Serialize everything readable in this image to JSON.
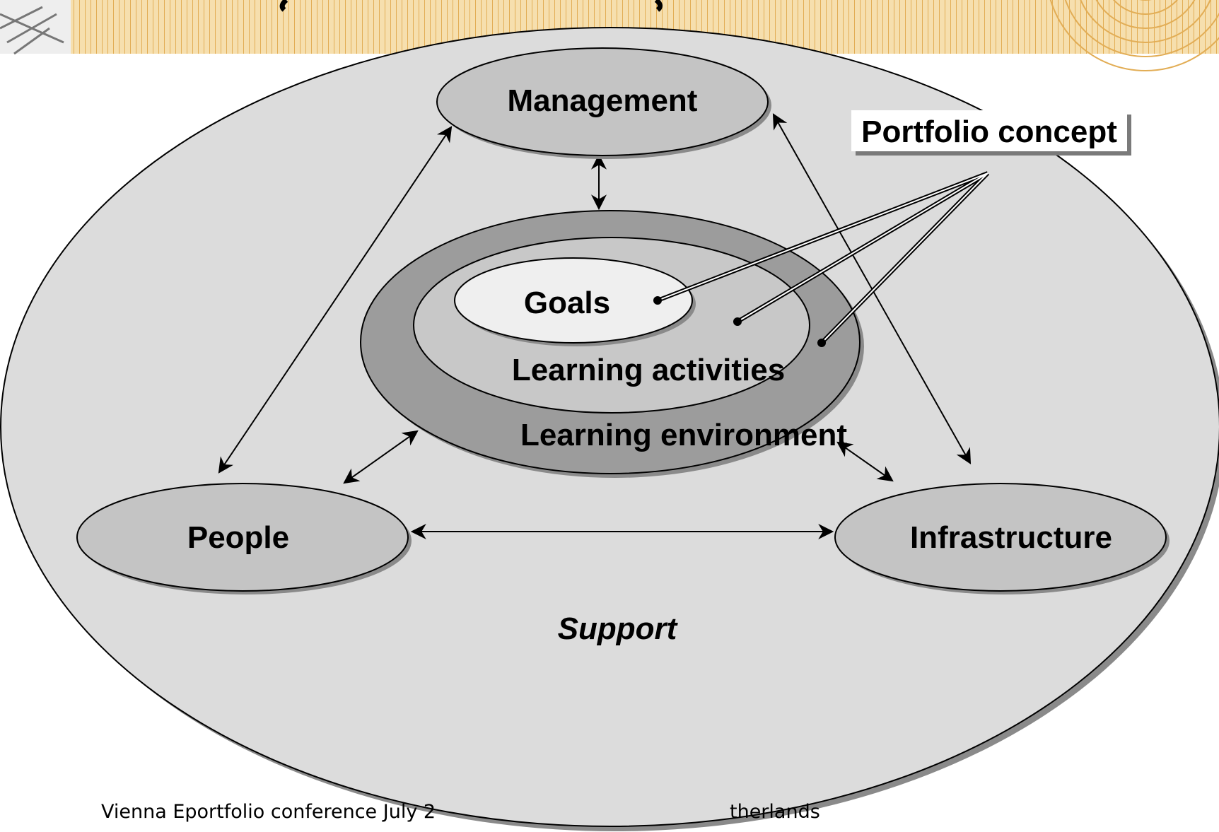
{
  "header": {
    "colors": {
      "banner": "#e8b55a",
      "banner_light": "#f6dfae"
    }
  },
  "diagram": {
    "support_label": "Support",
    "nodes": {
      "management": "Management",
      "people": "People",
      "infrastructure": "Infrastructure"
    },
    "core": {
      "goals": "Goals",
      "learning_activities": "Learning activities",
      "learning_environment": "Learning environment"
    },
    "callout": "Portfolio concept",
    "colors": {
      "support_fill": "#dcdcdc",
      "node_fill": "#c4c4c4",
      "environment_fill": "#9c9c9c",
      "activities_fill": "#c8c8c8",
      "goals_fill": "#efefef",
      "shadow": "#8a8a8a"
    }
  },
  "footer": {
    "text_left": "Vienna Eportfolio conference July 2",
    "text_right": "therlands"
  }
}
